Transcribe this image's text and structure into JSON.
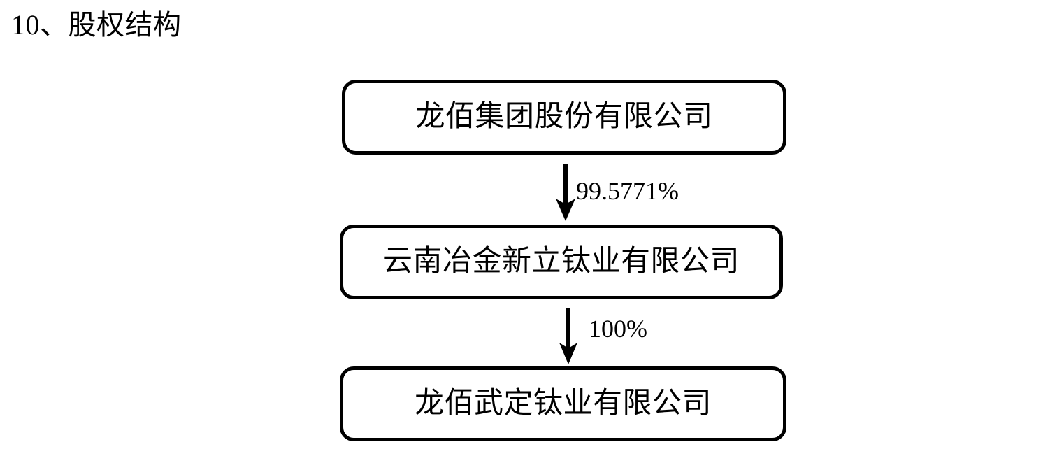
{
  "document": {
    "section_number": "10",
    "section_title": "10、股权结构"
  },
  "chart_data": {
    "type": "diagram",
    "diagram_kind": "ownership-structure-tree",
    "title": "10、股权结构",
    "orientation": "top-down",
    "nodes": [
      {
        "id": "parent",
        "label": "龙佰集团股份有限公司",
        "level": 0,
        "shape": "rounded-rectangle"
      },
      {
        "id": "mid",
        "label": "云南冶金新立钛业有限公司",
        "level": 1,
        "shape": "rounded-rectangle"
      },
      {
        "id": "child",
        "label": "龙佰武定钛业有限公司",
        "level": 2,
        "shape": "rounded-rectangle"
      }
    ],
    "edges": [
      {
        "id": "edge-parent-mid",
        "from": "parent",
        "to": "mid",
        "label": "99.5771%",
        "value": 99.5771,
        "unit": "%",
        "arrow": "down-arrow-icon"
      },
      {
        "id": "edge-mid-child",
        "from": "mid",
        "to": "child",
        "label": "100%",
        "value": 100,
        "unit": "%",
        "arrow": "down-arrow-icon"
      }
    ],
    "colors": {
      "background": "#ffffff",
      "box_border": "#000000",
      "box_fill": "#ffffff",
      "text": "#000000",
      "arrow": "#000000"
    }
  }
}
